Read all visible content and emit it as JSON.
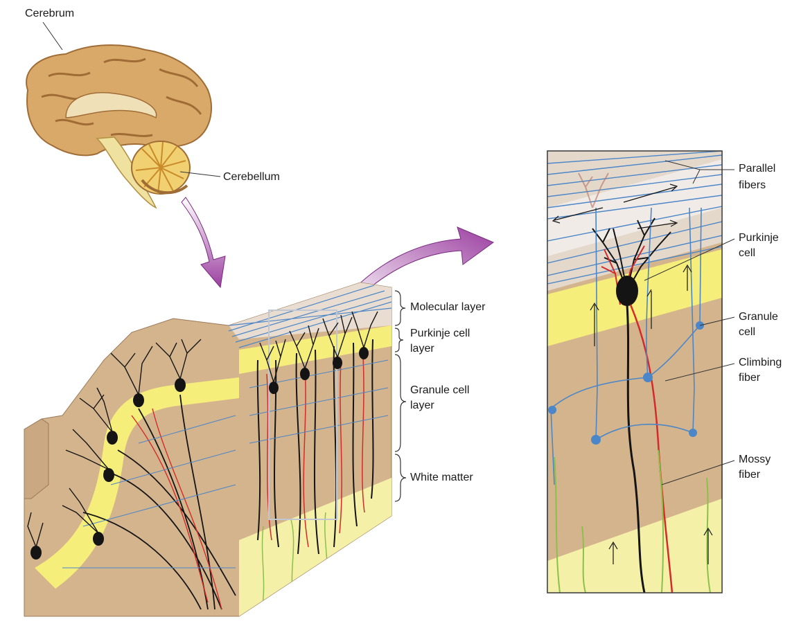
{
  "labels": {
    "cerebrum": "Cerebrum",
    "cerebellum": "Cerebellum",
    "molecular_layer": "Molecular layer",
    "purkinje_layer_1": "Purkinje cell",
    "purkinje_layer_2": "layer",
    "granule_layer_1": "Granule cell",
    "granule_layer_2": "layer",
    "white_matter": "White matter",
    "parallel_1": "Parallel",
    "parallel_2": "fibers",
    "purkinje_cell_1": "Purkinje",
    "purkinje_cell_2": "cell",
    "granule_cell_1": "Granule",
    "granule_cell_2": "cell",
    "climbing_1": "Climbing",
    "climbing_2": "fiber",
    "mossy_1": "Mossy",
    "mossy_2": "fiber"
  },
  "colors": {
    "brain": "#d9a96a",
    "brain_dark": "#a06c36",
    "tissue": "#d4b48c",
    "molecular": "#e8ddd0",
    "purkinje_band": "#f6ee7a",
    "white_matter": "#f4f0a8",
    "parallel_fiber": "#4a86c8",
    "climbing_fiber": "#d42a2a",
    "mossy_fiber": "#8cc04a",
    "neuron": "#141414",
    "arrow": "#9b3fa0"
  }
}
